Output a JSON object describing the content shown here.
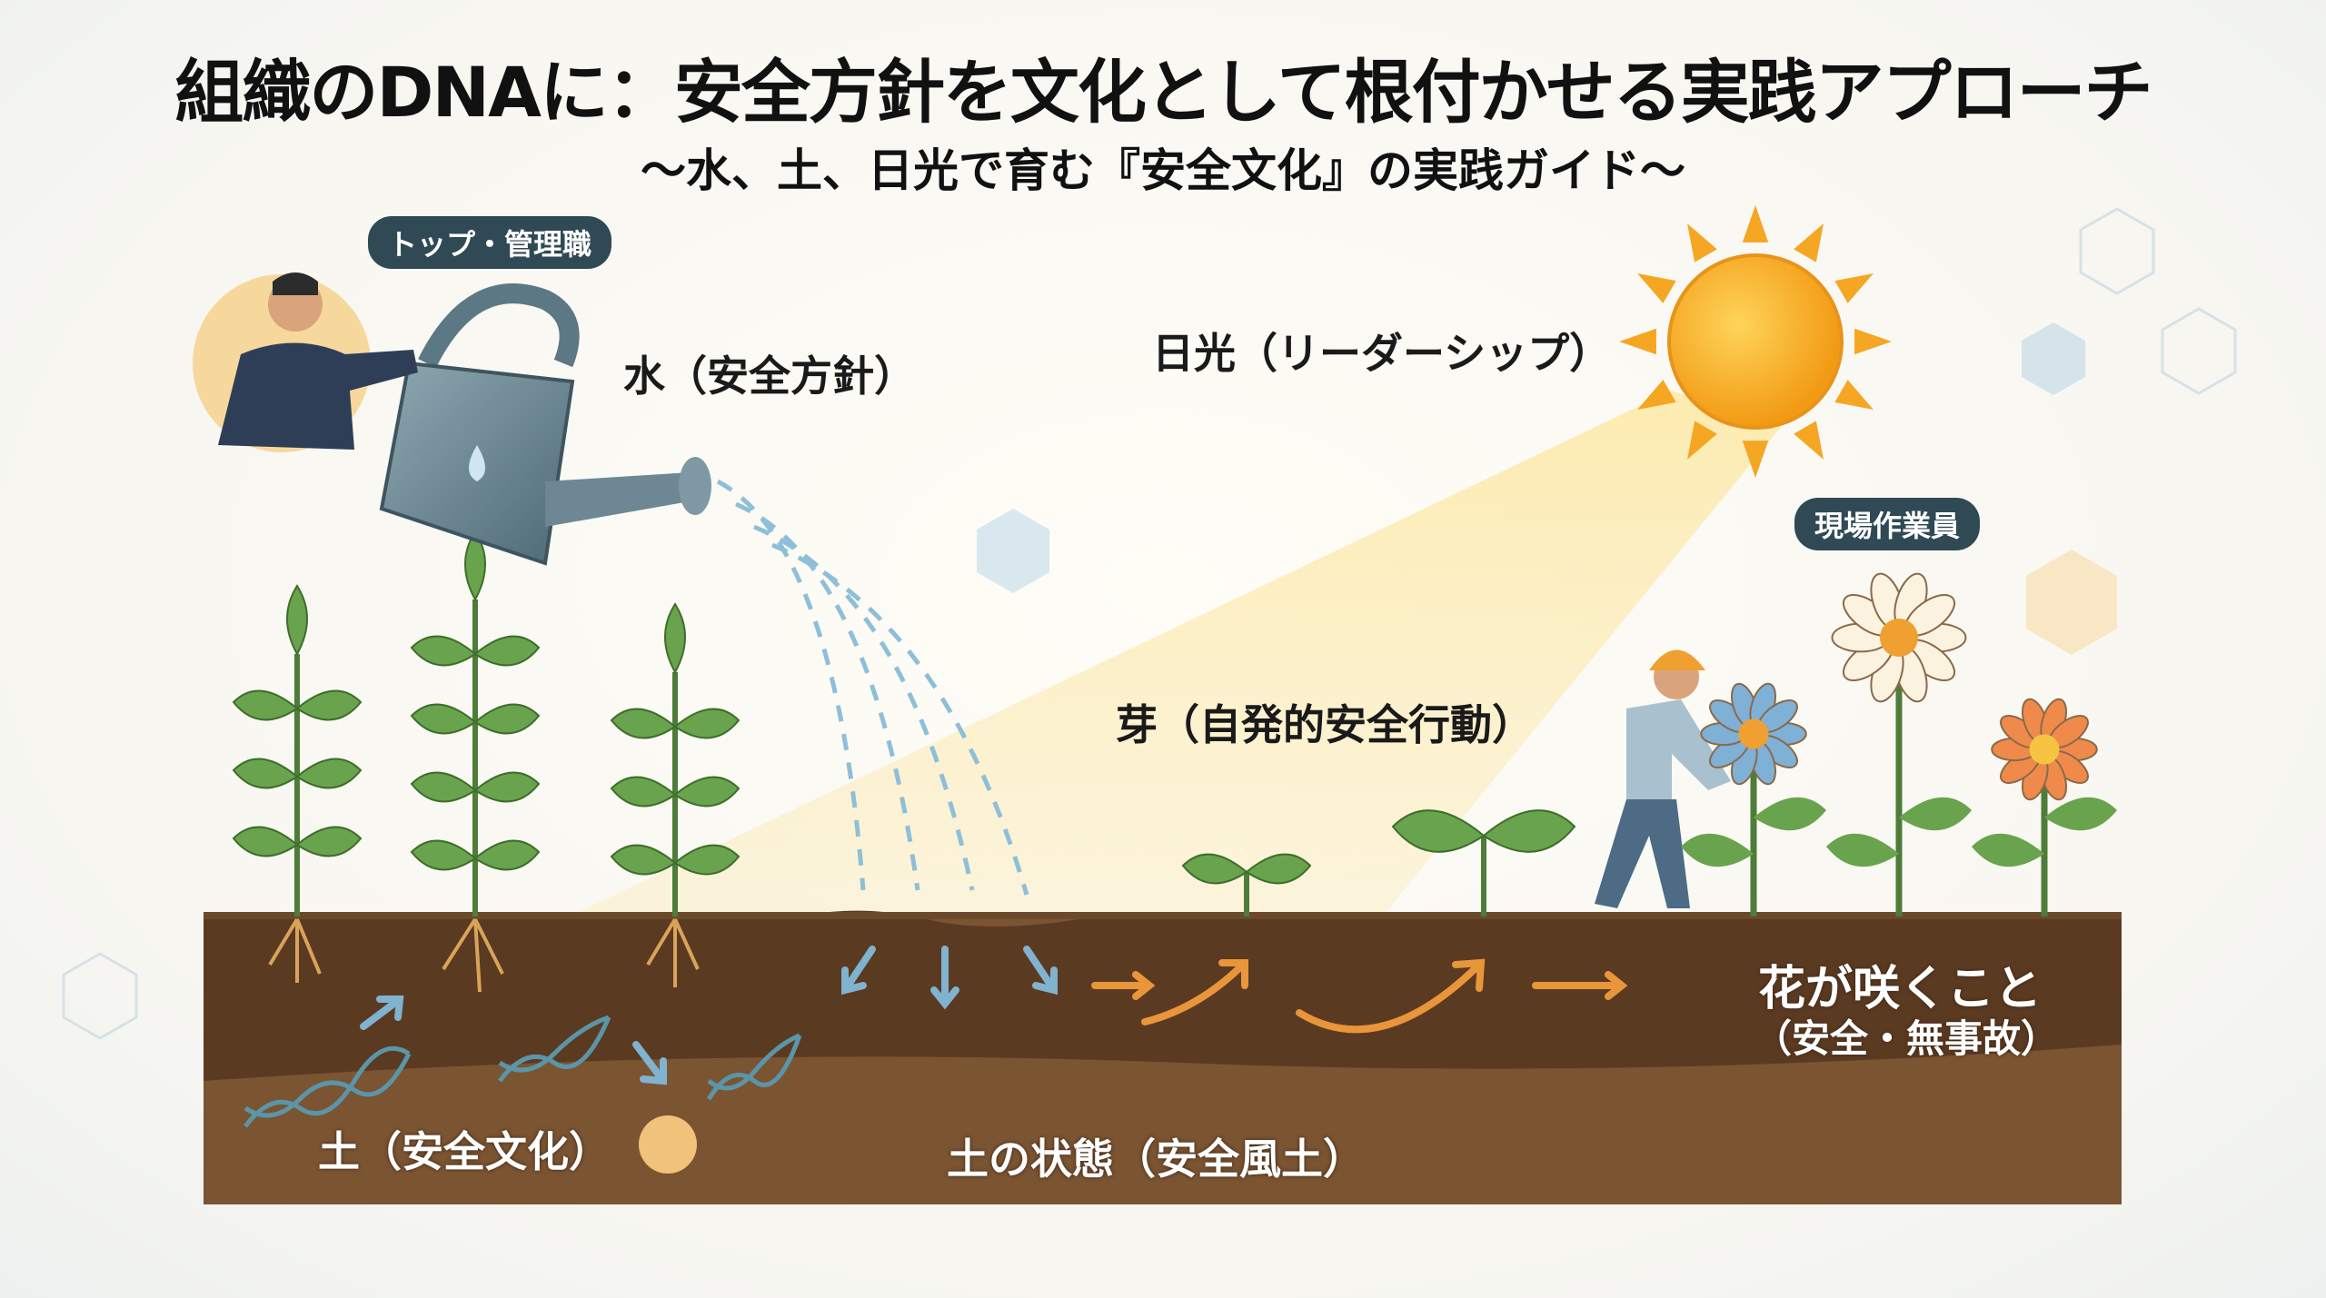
{
  "title": "組織のDNAに：安全方針を文化として根付かせる実践アプローチ",
  "subtitle": "〜水、土、日光で育む『安全文化』の実践ガイド〜",
  "badges": {
    "management": "トップ・管理職",
    "workers": "現場作業員"
  },
  "labels": {
    "water": "水（安全方針）",
    "sunlight": "日光（リーダーシップ）",
    "sprout": "芽（自発的安全行動）",
    "soil": "土（安全文化）",
    "soil_state": "土の状態（安全風土）",
    "bloom": "花が咲くこと",
    "bloom_sub": "（安全・無事故）"
  },
  "colors": {
    "soil_dark": "#5b3a22",
    "soil_light": "#7b5432",
    "leaf": "#5f9a45",
    "sun": "#f6b21c",
    "badge": "#2f4a55",
    "arrow": "#e9953a",
    "water": "#7fb3cf"
  }
}
